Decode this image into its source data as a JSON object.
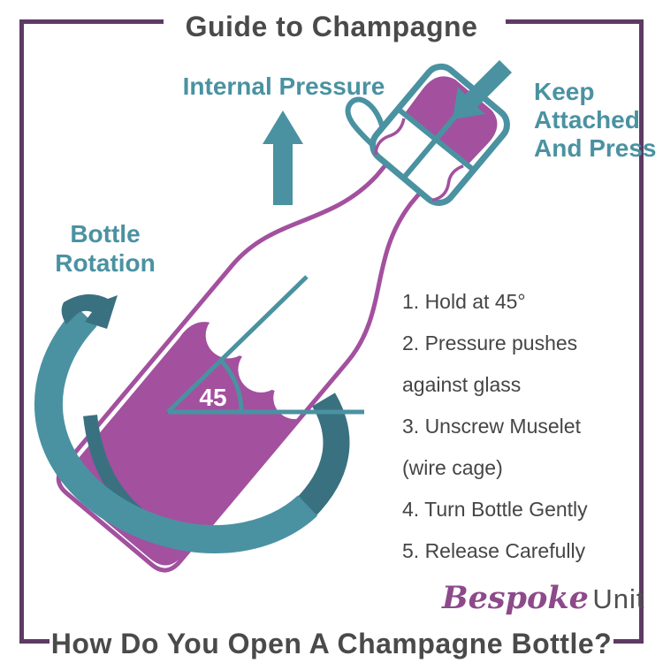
{
  "header": {
    "title": "Guide to Champagne"
  },
  "footer": {
    "title": "How Do You Open A Champagne Bottle?"
  },
  "annotations": {
    "internal_pressure": "Internal Pressure",
    "bottle_rotation": [
      "Bottle",
      "Rotation"
    ],
    "keep_attached": [
      "Keep",
      "Attached",
      "And Press"
    ],
    "angle_value": "45"
  },
  "steps": [
    "1. Hold at 45°",
    "2. Pressure pushes",
    "against glass",
    "3. Unscrew Muselet",
    "(wire cage)",
    "4. Turn Bottle Gently",
    "5. Release Carefully"
  ],
  "brand": {
    "script": "Bespoke",
    "sans": "Unit"
  },
  "colors": {
    "teal": "#4a92a1",
    "teal_dark": "#3a7181",
    "purple": "#a3509f",
    "frame_purple": "#5e3a64",
    "text_dark": "#4a4a4a",
    "brand_purple": "#8d4a8b",
    "angle_text": "#ffffff"
  }
}
